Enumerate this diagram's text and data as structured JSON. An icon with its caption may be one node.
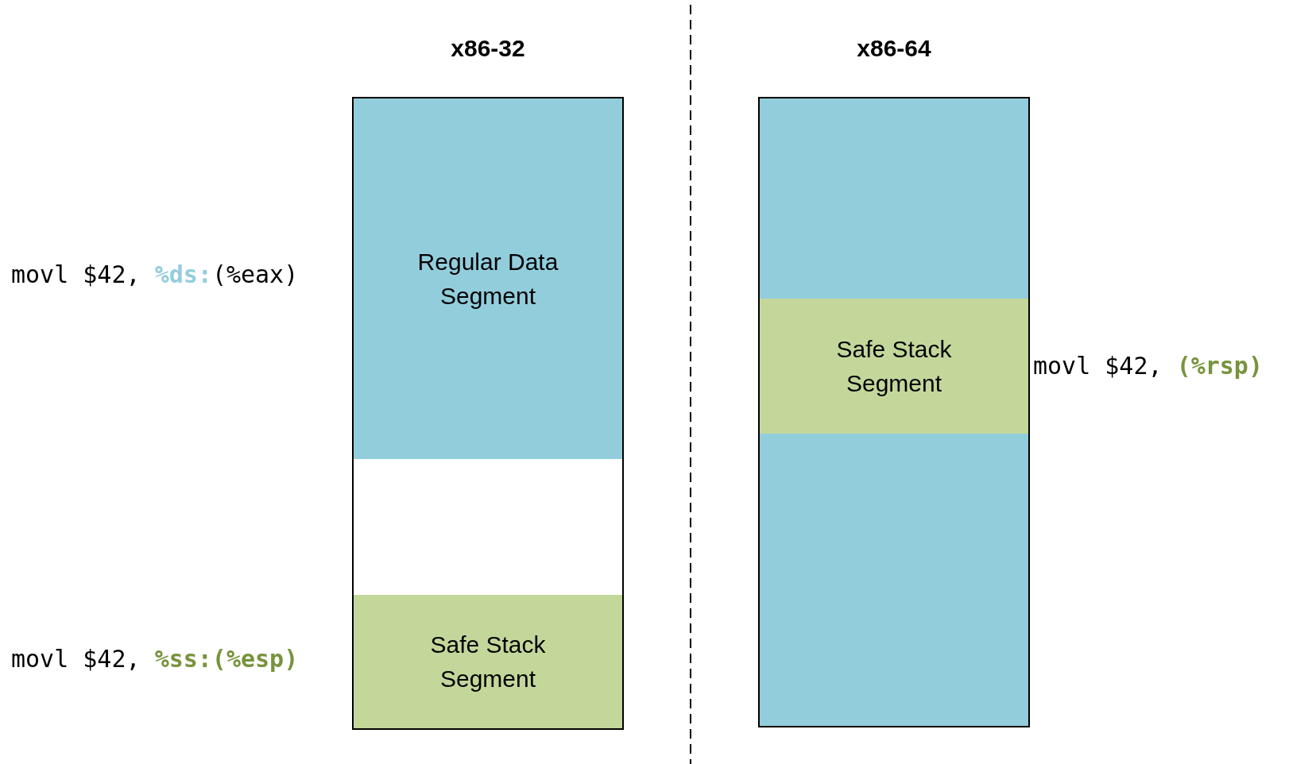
{
  "diagram": {
    "nodes": [
      {
        "text": [
          "x86-32"
        ]
      },
      {
        "text": [
          "Regular Data Segment"
        ],
        "in": 0
      },
      {
        "text": [],
        "shape": "box",
        "in": 0
      },
      {
        "text": [
          "Safe Stack Segment"
        ],
        "in": 0
      },
      {
        "text": [
          "x86-64"
        ]
      },
      {
        "text": [],
        "shape": "box",
        "in": 4
      },
      {
        "text": [
          "Safe Stack Segment"
        ],
        "in": 4
      },
      {
        "text": [],
        "shape": "box",
        "in": 4
      }
    ],
    "edges": [],
    "labels": [
      "movl $42, **%ds:**(%eax)",
      "movl $42, **%ss:(%esp)**",
      "movl $42, **(%rsp)**"
    ]
  }
}
